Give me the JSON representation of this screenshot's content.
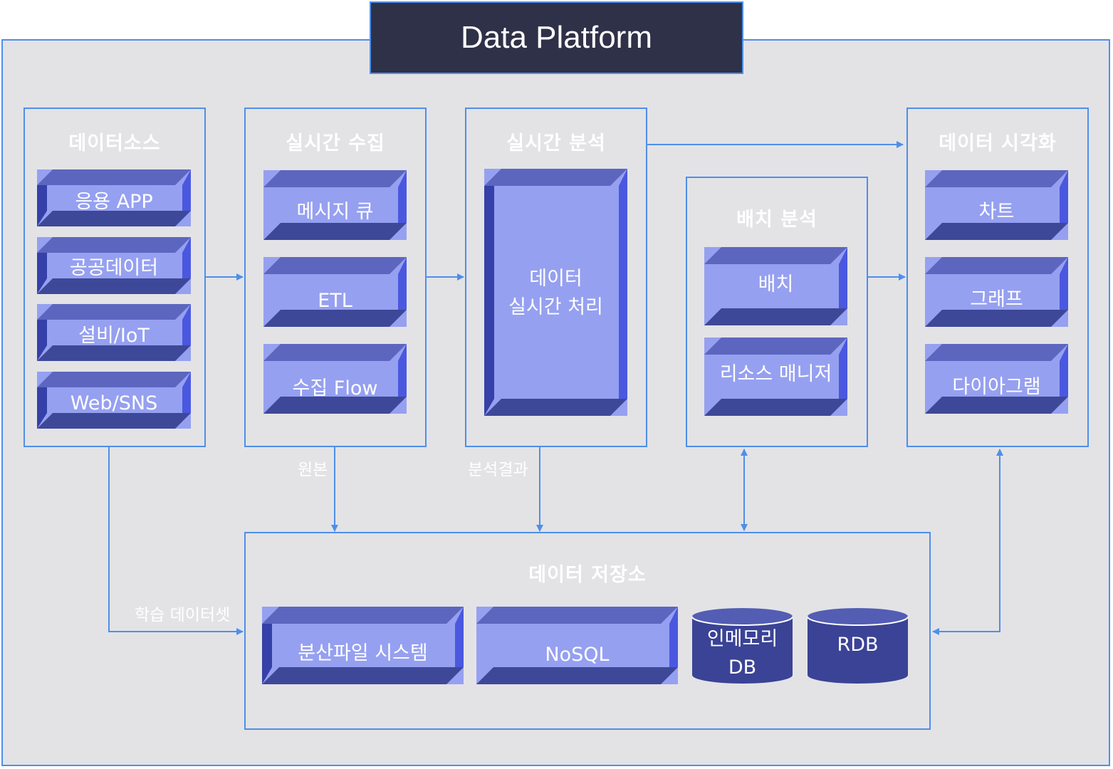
{
  "title": "Data Platform",
  "sources": {
    "title": "데이터소스",
    "items": [
      "응용 APP",
      "공공데이터",
      "설비/IoT",
      "Web/SNS"
    ]
  },
  "collect": {
    "title": "실시간 수집",
    "items": [
      "메시지 큐",
      "ETL",
      "수집 Flow"
    ]
  },
  "realtime": {
    "title": "실시간 분석",
    "line1": "데이터",
    "line2": "실시간 처리"
  },
  "batch": {
    "title": "배치 분석",
    "items": [
      "배치",
      "리소스 매니저"
    ]
  },
  "visual": {
    "title": "데이터 시각화",
    "items": [
      "차트",
      "그래프",
      "다이아그램"
    ]
  },
  "storage": {
    "title": "데이터 저장소",
    "dfs": "분산파일 시스템",
    "nosql": "NoSQL",
    "inmem_line1": "인메모리",
    "inmem_line2": "DB",
    "rdb": "RDB"
  },
  "edges": {
    "raw": "원본",
    "result": "분석결과",
    "training": "학습 데이터셋"
  },
  "colors": {
    "accent": "#4f8fe8",
    "title_bg": "#2e3147",
    "platform_bg": "#e3e3e6",
    "cube_top": "#5c66bf",
    "cube_front": "#96a0f0",
    "cube_bottom": "#3e4898",
    "cube_side": "#3540a8",
    "cube_edge": "#4a58e0",
    "cylinder": "#3a4395"
  }
}
